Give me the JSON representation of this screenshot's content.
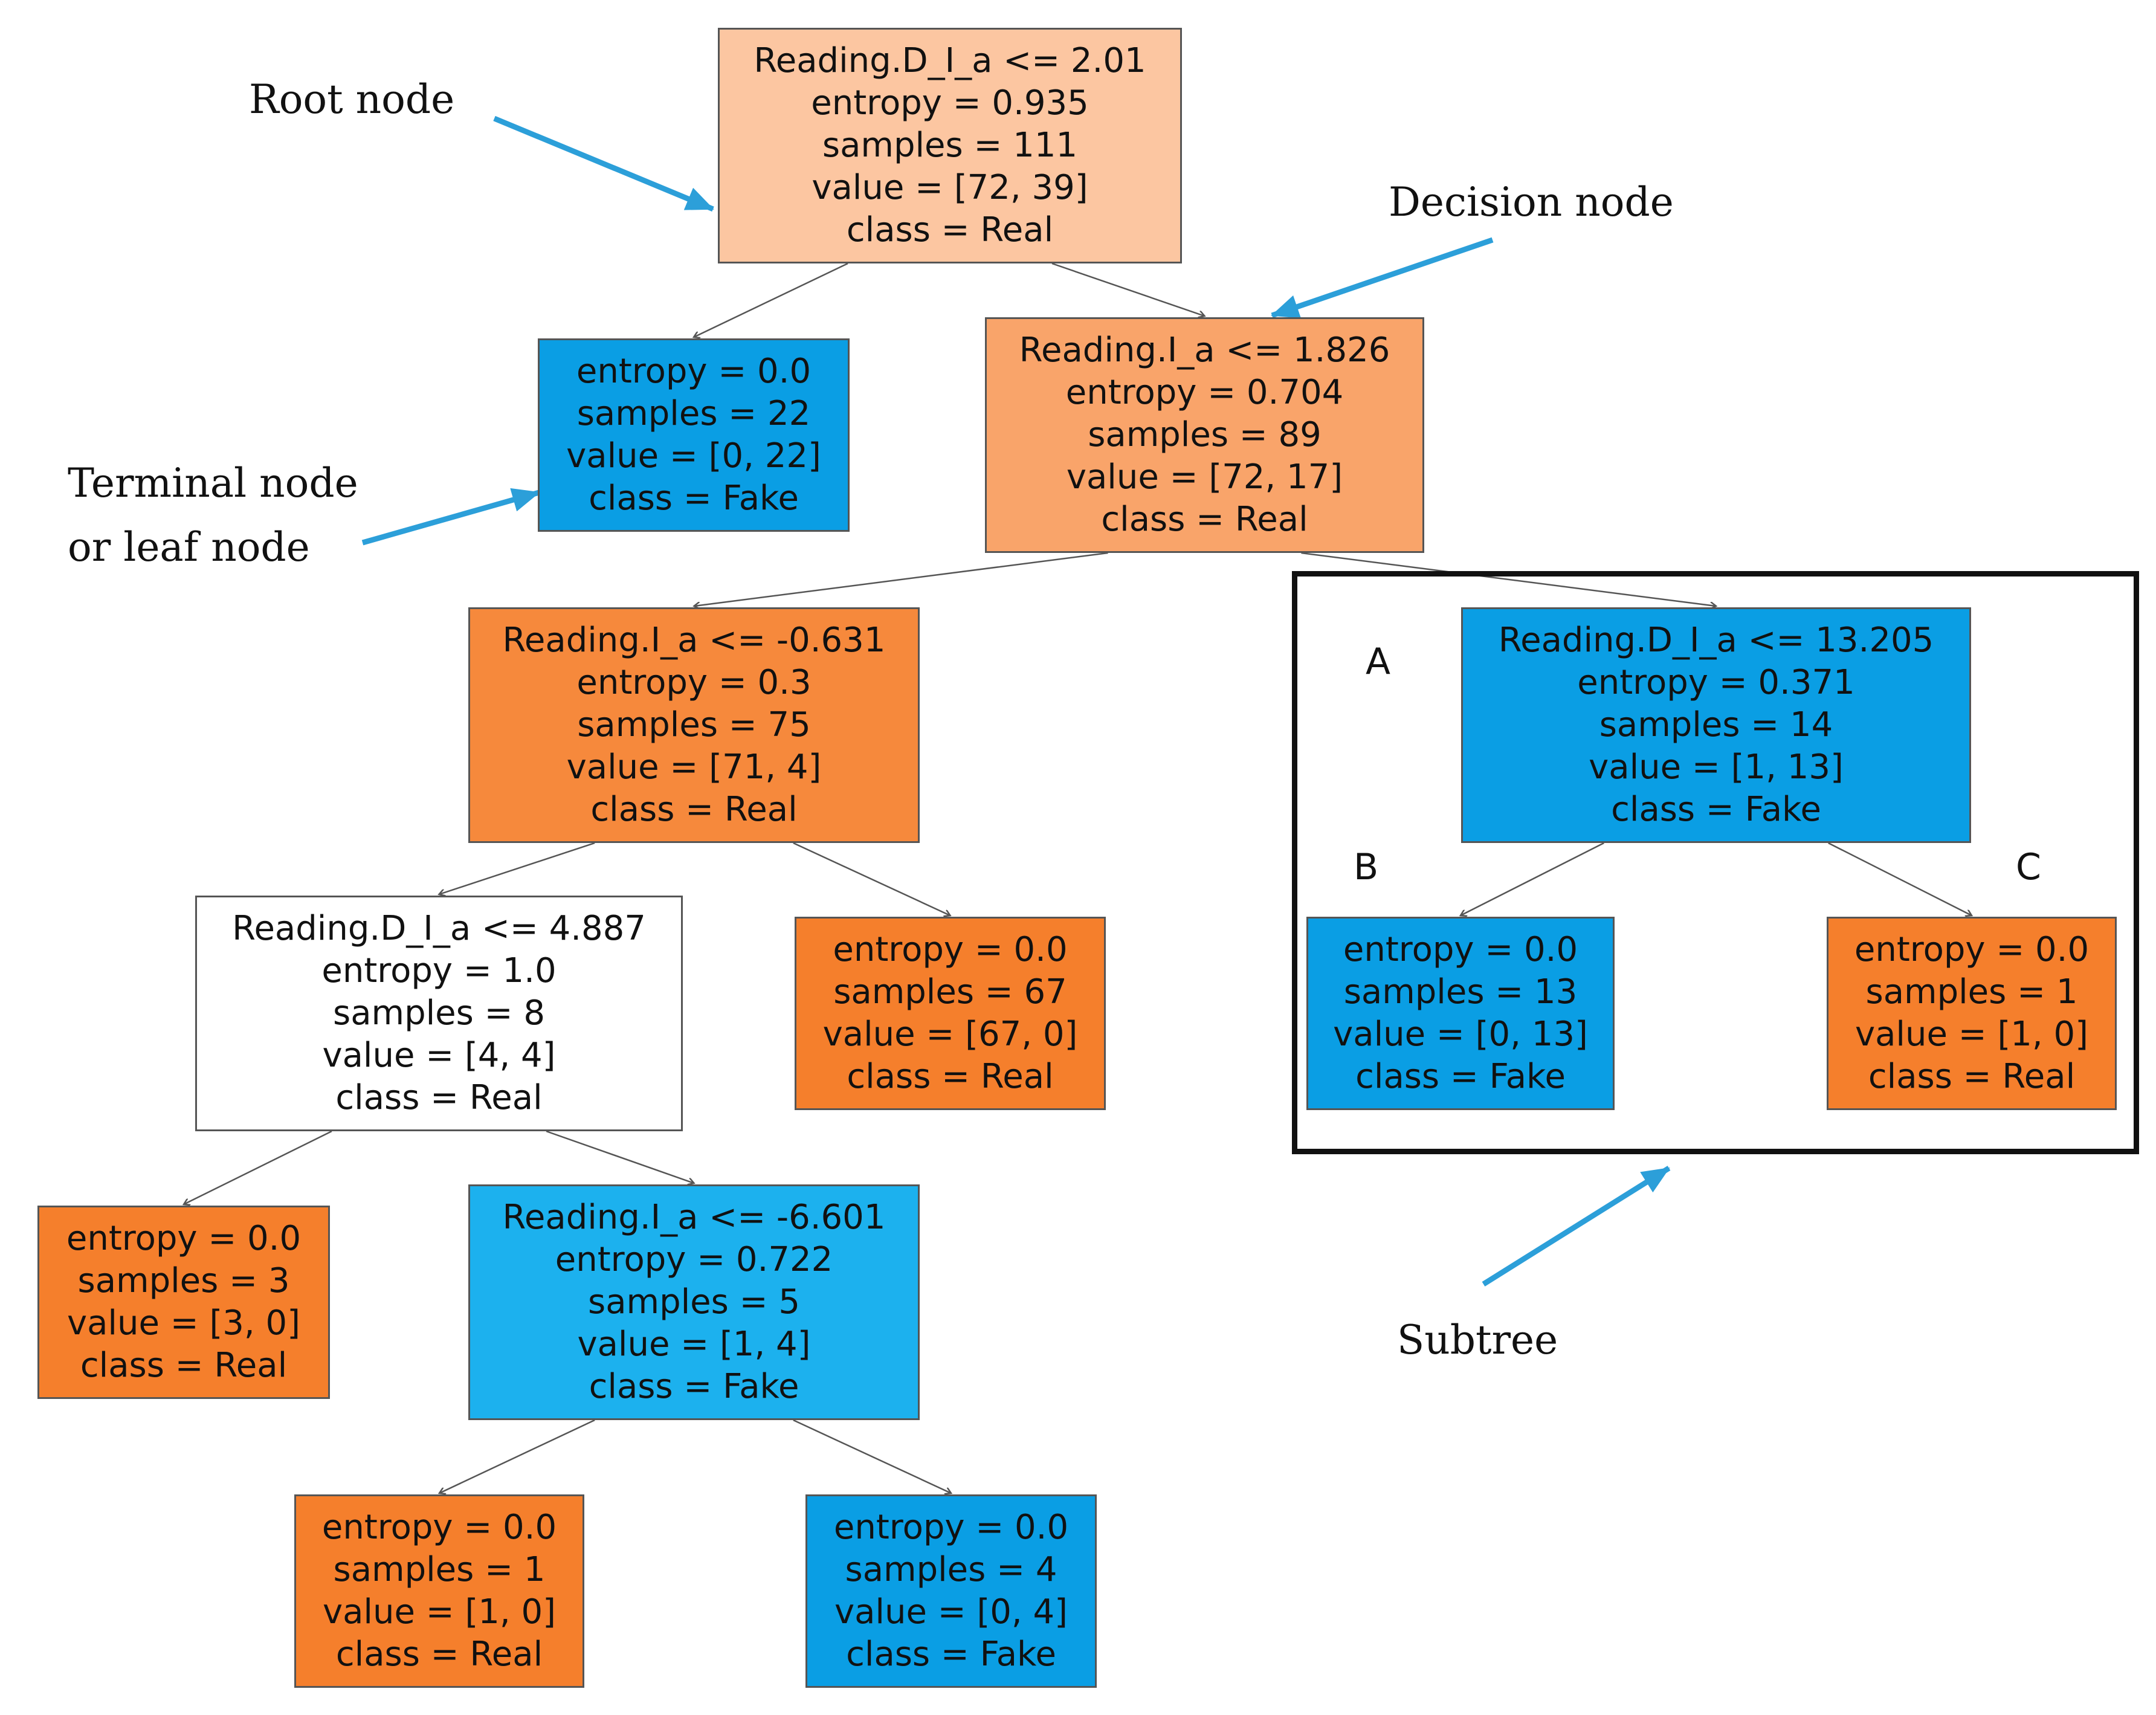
{
  "colors": {
    "real_light": "#fcc6a1",
    "real_mid": "#f9a46a",
    "real_strong": "#f6893c",
    "real_pure": "#f57f2c",
    "fake_pure": "#0a9ee4",
    "fake_mid": "#1cb1ee",
    "neutral": "#ffffff",
    "edge": "#555555",
    "callout_arrow": "#2c9fd9"
  },
  "nodes": [
    {
      "id": "root",
      "lines": [
        "Reading.D_I_a <= 2.01",
        "entropy = 0.935",
        "samples = 111",
        "value = [72, 39]",
        "class = Real"
      ],
      "fill": "real_light"
    },
    {
      "id": "leaf-fake-22",
      "lines": [
        "entropy = 0.0",
        "samples = 22",
        "value = [0, 22]",
        "class = Fake"
      ],
      "fill": "fake_pure"
    },
    {
      "id": "decision-ia-1826",
      "lines": [
        "Reading.I_a <= 1.826",
        "entropy = 0.704",
        "samples = 89",
        "value = [72, 17]",
        "class = Real"
      ],
      "fill": "real_mid"
    },
    {
      "id": "decision-ia-0631",
      "lines": [
        "Reading.I_a <= -0.631",
        "entropy = 0.3",
        "samples = 75",
        "value = [71, 4]",
        "class = Real"
      ],
      "fill": "real_strong"
    },
    {
      "id": "subtree-root-a",
      "lines": [
        "Reading.D_I_a <= 13.205",
        "entropy = 0.371",
        "samples = 14",
        "value = [1, 13]",
        "class = Fake"
      ],
      "fill": "fake_pure"
    },
    {
      "id": "decision-dia-4887",
      "lines": [
        "Reading.D_I_a <= 4.887",
        "entropy = 1.0",
        "samples = 8",
        "value = [4, 4]",
        "class = Real"
      ],
      "fill": "neutral"
    },
    {
      "id": "leaf-real-67",
      "lines": [
        "entropy = 0.0",
        "samples = 67",
        "value = [67, 0]",
        "class = Real"
      ],
      "fill": "real_pure"
    },
    {
      "id": "leaf-b-fake-13",
      "lines": [
        "entropy = 0.0",
        "samples = 13",
        "value = [0, 13]",
        "class = Fake"
      ],
      "fill": "fake_pure"
    },
    {
      "id": "leaf-c-real-1",
      "lines": [
        "entropy = 0.0",
        "samples = 1",
        "value = [1, 0]",
        "class = Real"
      ],
      "fill": "real_pure"
    },
    {
      "id": "leaf-real-3",
      "lines": [
        "entropy = 0.0",
        "samples = 3",
        "value = [3, 0]",
        "class = Real"
      ],
      "fill": "real_pure"
    },
    {
      "id": "decision-ia-6601",
      "lines": [
        "Reading.I_a <= -6.601",
        "entropy = 0.722",
        "samples = 5",
        "value = [1, 4]",
        "class = Fake"
      ],
      "fill": "fake_mid"
    },
    {
      "id": "leaf-real-1",
      "lines": [
        "entropy = 0.0",
        "samples = 1",
        "value = [1, 0]",
        "class = Real"
      ],
      "fill": "real_pure"
    },
    {
      "id": "leaf-fake-4",
      "lines": [
        "entropy = 0.0",
        "samples = 4",
        "value = [0, 4]",
        "class = Fake"
      ],
      "fill": "fake_pure"
    }
  ],
  "edges": [
    [
      "root",
      "leaf-fake-22"
    ],
    [
      "root",
      "decision-ia-1826"
    ],
    [
      "decision-ia-1826",
      "decision-ia-0631"
    ],
    [
      "decision-ia-1826",
      "subtree-root-a"
    ],
    [
      "decision-ia-0631",
      "decision-dia-4887"
    ],
    [
      "decision-ia-0631",
      "leaf-real-67"
    ],
    [
      "subtree-root-a",
      "leaf-b-fake-13"
    ],
    [
      "subtree-root-a",
      "leaf-c-real-1"
    ],
    [
      "decision-dia-4887",
      "leaf-real-3"
    ],
    [
      "decision-dia-4887",
      "decision-ia-6601"
    ],
    [
      "decision-ia-6601",
      "leaf-real-1"
    ],
    [
      "decision-ia-6601",
      "leaf-fake-4"
    ]
  ],
  "callouts": {
    "root_node": "Root node",
    "decision_node": "Decision node",
    "terminal_line1": "Terminal node",
    "terminal_line2": "or leaf node",
    "subtree": "Subtree"
  },
  "subtree_letters": {
    "a": "A",
    "b": "B",
    "c": "C"
  }
}
